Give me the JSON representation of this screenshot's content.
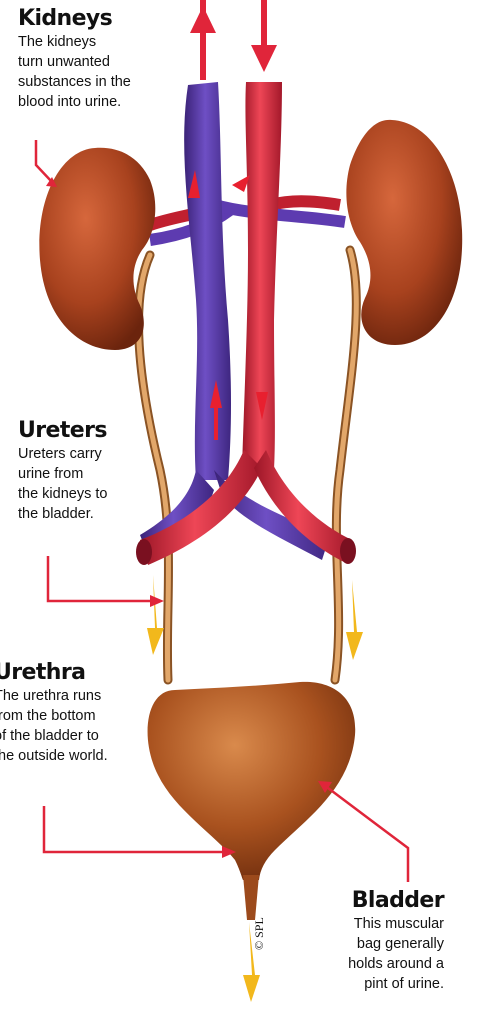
{
  "labels": {
    "kidneys": {
      "title": "Kidneys",
      "text": "The kidneys\nturn unwanted\nsubstances in the\nblood into urine."
    },
    "ureters": {
      "title": "Ureters",
      "text": "Ureters carry\nurine from\nthe kidneys to\nthe bladder."
    },
    "urethra": {
      "title": "Urethra",
      "text": "The urethra runs\nfrom the bottom\nof the bladder to\nthe outside world."
    },
    "bladder": {
      "title": "Bladder",
      "text": "This muscular\nbag generally\nholds around a\npint of urine."
    }
  },
  "credit": "© SPL",
  "colors": {
    "vein": "#5a3aa8",
    "artery": "#d9263a",
    "kidney": "#a8421e",
    "ureter": "#c98a4b",
    "bladder": "#a9521f",
    "pointer": "#e0253a",
    "flow_arrow": "#f2b81c"
  }
}
